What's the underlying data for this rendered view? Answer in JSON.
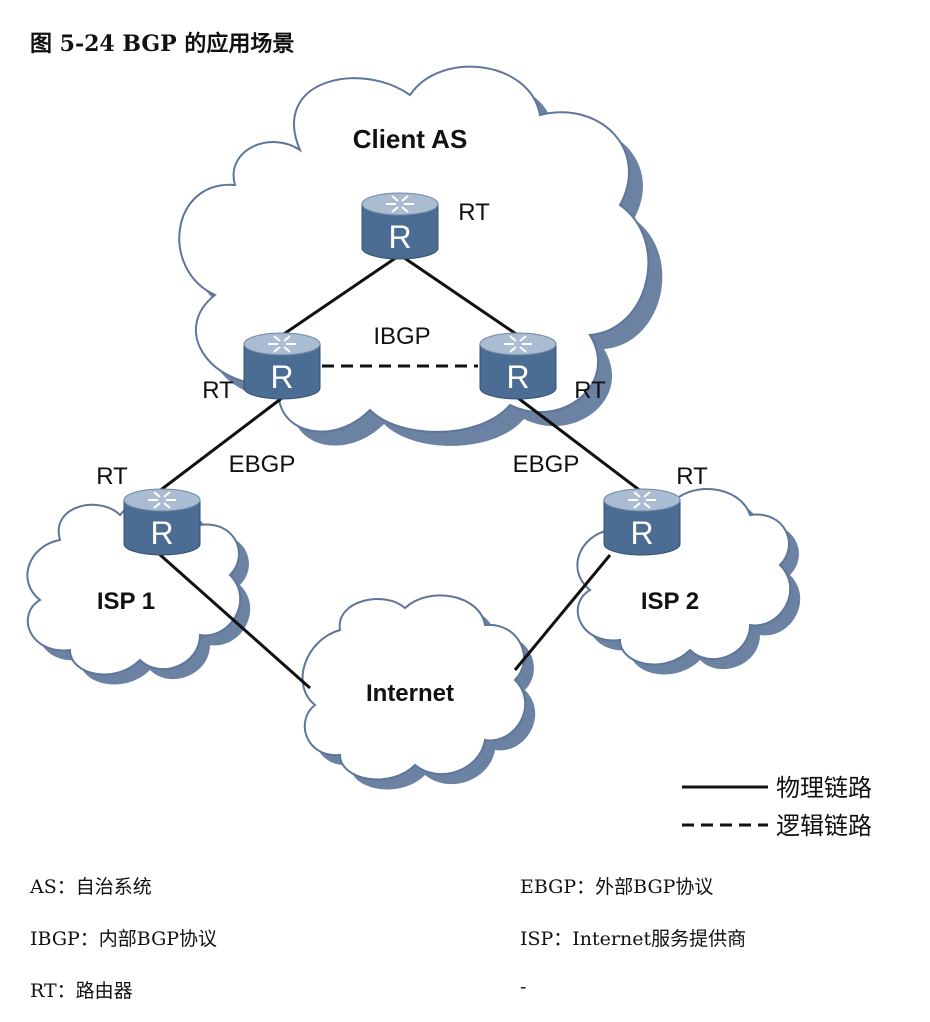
{
  "title": "图 5-24 BGP 的应用场景",
  "clouds": {
    "client_as": "Client AS",
    "isp1": "ISP 1",
    "isp2": "ISP 2",
    "internet": "Internet"
  },
  "router_glyph": "R",
  "router_labels": {
    "top": "RT",
    "left": "RT",
    "right": "RT",
    "isp1": "RT",
    "isp2": "RT"
  },
  "link_labels": {
    "ibgp": "IBGP",
    "ebgp_left": "EBGP",
    "ebgp_right": "EBGP"
  },
  "legend": {
    "physical": "物理链路",
    "logical": "逻辑链路"
  },
  "definitions": [
    {
      "text": "AS：自治系统"
    },
    {
      "text": "EBGP：外部BGP协议"
    },
    {
      "text": "IBGP：内部BGP协议"
    },
    {
      "text": "ISP：Internet服务提供商"
    },
    {
      "text": "RT：路由器"
    },
    {
      "text": "-"
    }
  ],
  "colors": {
    "cloud_fill": "#ffffff",
    "cloud_shadow": "#6b82a3",
    "cloud_stroke": "#5e769a",
    "router_body": "#4b6d93",
    "router_top": "#9db2ca",
    "link": "#111111"
  }
}
